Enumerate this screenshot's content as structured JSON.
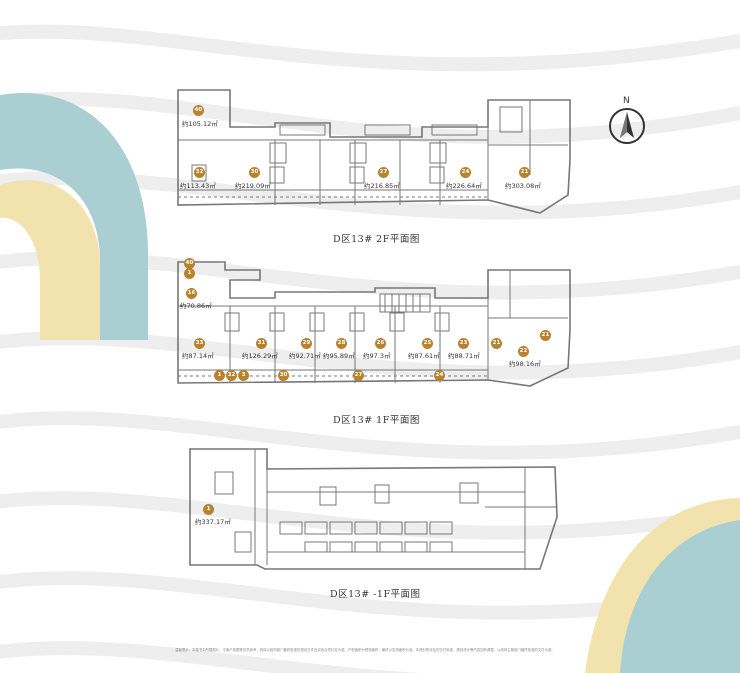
{
  "captions": {
    "floor2": "D区13# 2F平面图",
    "floor1": "D区13# 1F平面图",
    "floorB1": "D区13# -1F平面图"
  },
  "compass": {
    "label": "N",
    "icon": "north-arrow-icon"
  },
  "colors": {
    "accent_teal": "#a9cfd2",
    "accent_sand": "#f1e2ae",
    "badge": "#b9822f",
    "line": "#777777"
  },
  "floor2": {
    "units": [
      {
        "num": "40",
        "area": "约105.12㎡"
      },
      {
        "num": "32",
        "area": "约113.43㎡"
      },
      {
        "num": "30",
        "area": "约219.09㎡"
      },
      {
        "num": "27",
        "area": "约216.85㎡"
      },
      {
        "num": "24",
        "area": "约226.64㎡"
      },
      {
        "num": "21",
        "area": "约303.08㎡"
      }
    ]
  },
  "floor1": {
    "units": [
      {
        "num": "1",
        "area": "约70.86㎡"
      },
      {
        "num": "33",
        "area": "约87.14㎡"
      },
      {
        "num": "31",
        "area": "约126.29㎡"
      },
      {
        "num": "29",
        "area": "约92.71㎡"
      },
      {
        "num": "28",
        "area": "约95.89㎡"
      },
      {
        "num": "26",
        "area": "约97.3㎡"
      },
      {
        "num": "25",
        "area": "约87.61㎡"
      },
      {
        "num": "23",
        "area": "约88.71㎡"
      },
      {
        "num": "22",
        "area": "约98.16㎡"
      }
    ],
    "badges_extra": [
      "40",
      "16",
      "21",
      "1",
      "32",
      "3",
      "30",
      "27",
      "24",
      "21"
    ]
  },
  "floorB1": {
    "units": [
      {
        "num": "1",
        "area": "约337.17㎡"
      }
    ]
  },
  "footnote": "温馨提示：本楼书中所载图片、平面户型图等仅供参考，具体以政府部门最终批准的规划文件及买卖合同约定为准。户型面积为预测面积，最终以实测面积为准。本资料所涉及的交付标准、规划设计等内容如有调整，以政府主管部门最终批准的文件为准。"
}
